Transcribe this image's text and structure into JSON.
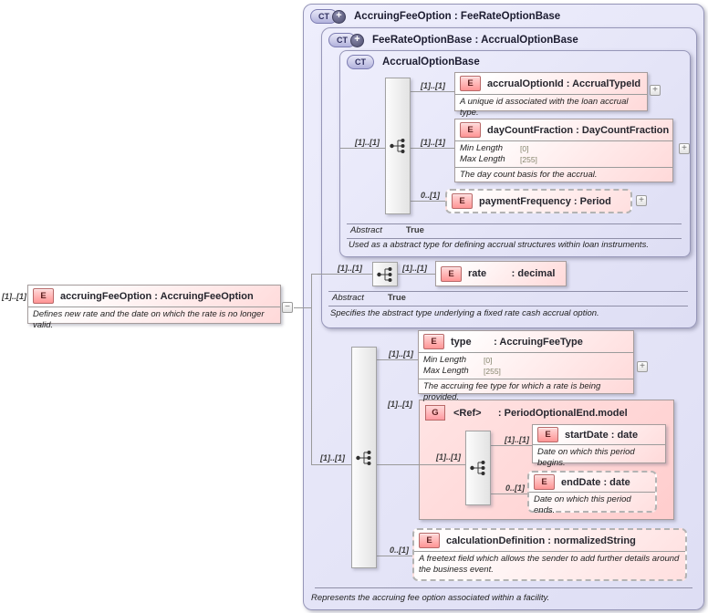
{
  "icons": {
    "element": "E",
    "group": "G",
    "complex_type": "CT",
    "expand": "+",
    "collapse": "−"
  },
  "colors": {
    "container_fill": "#e8e8f8",
    "container_border": "#9696b8",
    "element_pink": "#ffd9d9",
    "line": "#9a9a9a"
  },
  "root": {
    "cardinality": "[1]..[1]",
    "title": "accruingFeeOption : AccruingFeeOption",
    "annotation": "Defines new rate and the date on which the rate is no longer valid."
  },
  "outer": {
    "title": "AccruingFeeOption : FeeRateOptionBase",
    "annotation": "Represents the accruing fee option associated within a facility."
  },
  "feeRate": {
    "title": "FeeRateOptionBase : AccrualOptionBase",
    "abstract_label": "Abstract",
    "abstract_value": "True",
    "annotation": "Specifies the abstract type underlying a fixed rate cash accrual option.",
    "seq_cardinality_left": "[1]..[1]",
    "rate": {
      "cardinality": "[1]..[1]",
      "title": "rate         : decimal"
    }
  },
  "accrual": {
    "title": "AccrualOptionBase",
    "abstract_label": "Abstract",
    "abstract_value": "True",
    "annotation": "Used as a abstract type for defining accrual structures within loan instruments.",
    "seq_cardinality_left": "[1]..[1]",
    "accrualOptionId": {
      "cardinality": "[1]..[1]",
      "title": "accrualOptionId : AccrualTypeId",
      "annotation": "A unique id associated with the loan accrual type."
    },
    "dayCountFraction": {
      "cardinality": "[1]..[1]",
      "title": "dayCountFraction : DayCountFraction",
      "facets": [
        {
          "label": "Min Length",
          "value": "[0]"
        },
        {
          "label": "Max Length",
          "value": "[255]"
        }
      ],
      "annotation": "The day count basis for the accrual."
    },
    "paymentFrequency": {
      "cardinality": "0..[1]",
      "title": "paymentFrequency : Period"
    }
  },
  "main_seq": {
    "cardinality_left": "[1]..[1]",
    "type": {
      "cardinality": "[1]..[1]",
      "title": "type        : AccruingFeeType",
      "facets": [
        {
          "label": "Min Length",
          "value": "[0]"
        },
        {
          "label": "Max Length",
          "value": "[255]"
        }
      ],
      "annotation": "The accruing fee type for which a rate is being provided."
    },
    "group": {
      "cardinality": "[1]..[1]",
      "title": "<Ref>      : PeriodOptionalEnd.model",
      "seq_cardinality_left": "[1]..[1]",
      "startDate": {
        "cardinality": "[1]..[1]",
        "title": "startDate : date",
        "annotation": "Date on which this period begins."
      },
      "endDate": {
        "cardinality": "0..[1]",
        "title": "endDate : date",
        "annotation": "Date on which this period ends."
      }
    },
    "calculationDefinition": {
      "cardinality": "0..[1]",
      "title": "calculationDefinition : normalizedString",
      "annotation": "A freetext field which allows the sender to add further details around the business event."
    }
  }
}
